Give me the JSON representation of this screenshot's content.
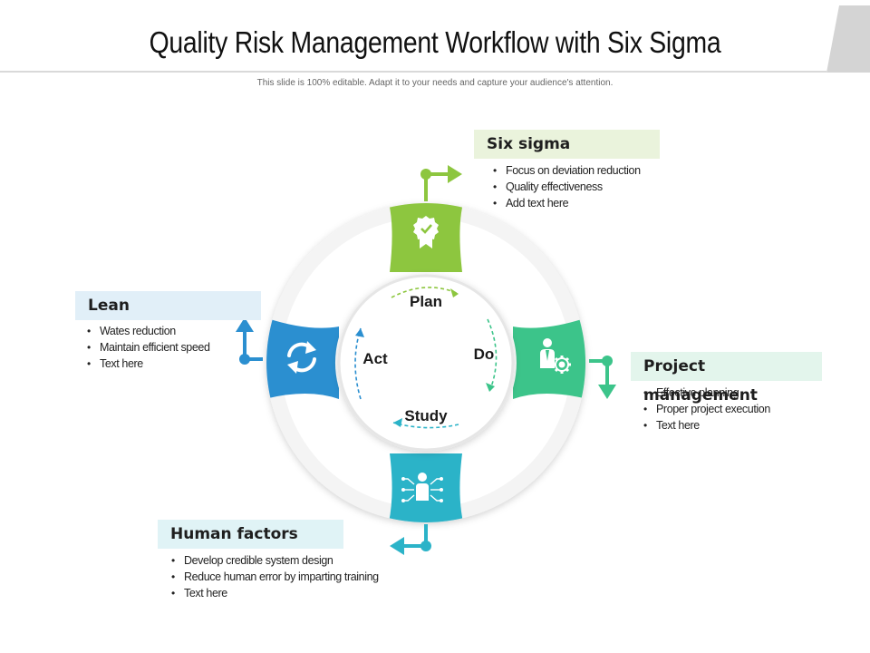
{
  "header": {
    "title": "Quality Risk Management Workflow with Six Sigma",
    "subtitle": "This slide is 100% editable. Adapt it to your needs and capture your audience's attention."
  },
  "cycle": {
    "plan": "Plan",
    "do": "Do",
    "study": "Study",
    "act": "Act"
  },
  "sections": {
    "six_sigma": {
      "label": "Six sigma",
      "bullets": [
        "Focus on deviation reduction",
        "Quality effectiveness",
        "Add text here"
      ],
      "color": "#8dc63f"
    },
    "project_management": {
      "label": "Project management",
      "bullets": [
        "Effective planning",
        "Proper project execution",
        "Text here"
      ],
      "color": "#3cc48a"
    },
    "human_factors": {
      "label": "Human factors",
      "bullets": [
        "Develop credible system design",
        "Reduce human error by imparting training",
        "Text here"
      ],
      "color": "#2bb3c8"
    },
    "lean": {
      "label": "Lean",
      "bullets": [
        "Wates reduction",
        "Maintain efficient speed",
        "Text here"
      ],
      "color": "#2b8fd0"
    }
  },
  "icons": {
    "six_sigma": "award-badge-icon",
    "project_management": "person-gear-icon",
    "human_factors": "human-circuit-icon",
    "lean": "refresh-arrows-icon"
  }
}
